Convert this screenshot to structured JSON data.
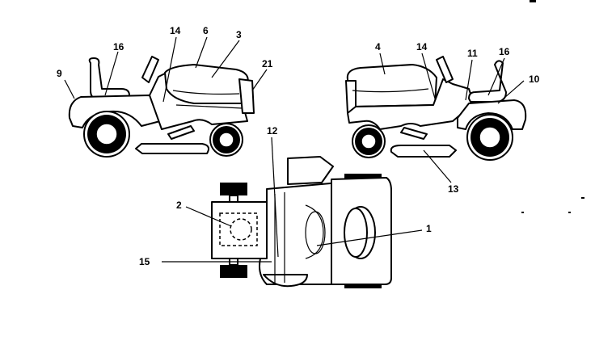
{
  "callouts": {
    "c1": "1",
    "c2": "2",
    "c3": "3",
    "c4": "4",
    "c6": "6",
    "c9": "9",
    "c10": "10",
    "c11": "11",
    "c12": "12",
    "c13": "13",
    "c14a": "14",
    "c14b": "14",
    "c15": "15",
    "c16a": "16",
    "c16b": "16",
    "c21": "21"
  }
}
